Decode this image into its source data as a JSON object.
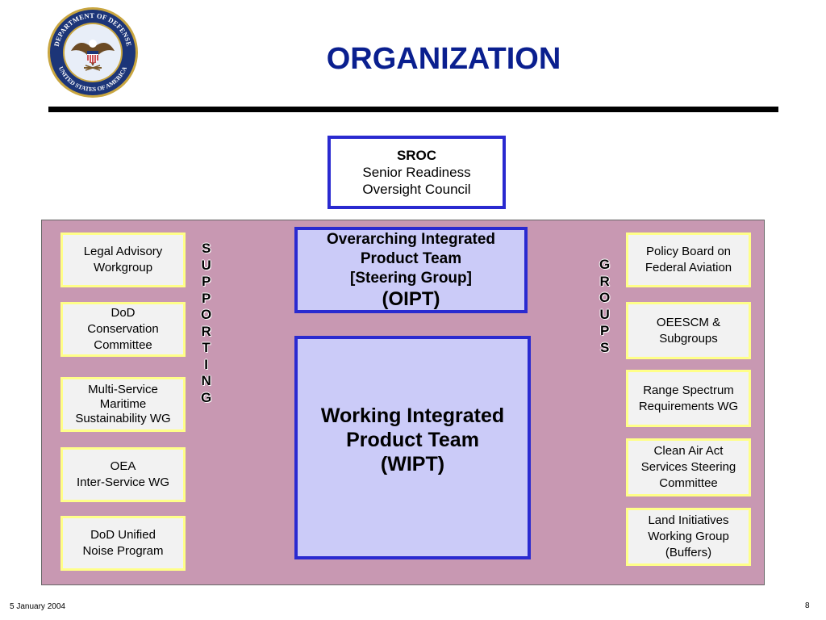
{
  "seal": {
    "top_text": "DEPARTMENT OF DEFENSE",
    "bottom_text": "UNITED STATES OF AMERICA"
  },
  "title": "ORGANIZATION",
  "sroc": {
    "name": "SROC",
    "line1": "Senior Readiness",
    "line2": "Oversight Council"
  },
  "supporting_letters": [
    "S",
    "U",
    "P",
    "P",
    "O",
    "R",
    "T",
    "I",
    "N",
    "G"
  ],
  "groups_letters": [
    "G",
    "R",
    "O",
    "U",
    "P",
    "S"
  ],
  "left_groups": [
    {
      "lines": [
        "Legal Advisory",
        "Workgroup"
      ]
    },
    {
      "lines": [
        "DoD",
        "Conservation",
        "Committee"
      ]
    },
    {
      "lines": [
        "Multi-Service",
        "Maritime",
        "Sustainability WG"
      ]
    },
    {
      "lines": [
        "OEA",
        "Inter-Service WG"
      ]
    },
    {
      "lines": [
        "DoD Unified",
        "Noise Program"
      ]
    }
  ],
  "right_groups": [
    {
      "lines": [
        "Policy Board on",
        "Federal Aviation"
      ]
    },
    {
      "lines": [
        "OEESCM &",
        "Subgroups"
      ]
    },
    {
      "lines": [
        "Range Spectrum",
        "Requirements WG"
      ]
    },
    {
      "lines": [
        "Clean Air Act",
        "Services Steering",
        "Committee"
      ]
    },
    {
      "lines": [
        "Land Initiatives",
        "Working Group",
        "(Buffers)"
      ]
    }
  ],
  "oipt": {
    "line1": "Overarching Integrated",
    "line2": "Product Team",
    "line3": "[Steering Group]",
    "line4": "(OIPT)"
  },
  "wipt": {
    "line1": "Working Integrated",
    "line2": "Product Team",
    "line3": "(WIPT)"
  },
  "footer": {
    "date": "5 January 2004",
    "page": "8"
  }
}
